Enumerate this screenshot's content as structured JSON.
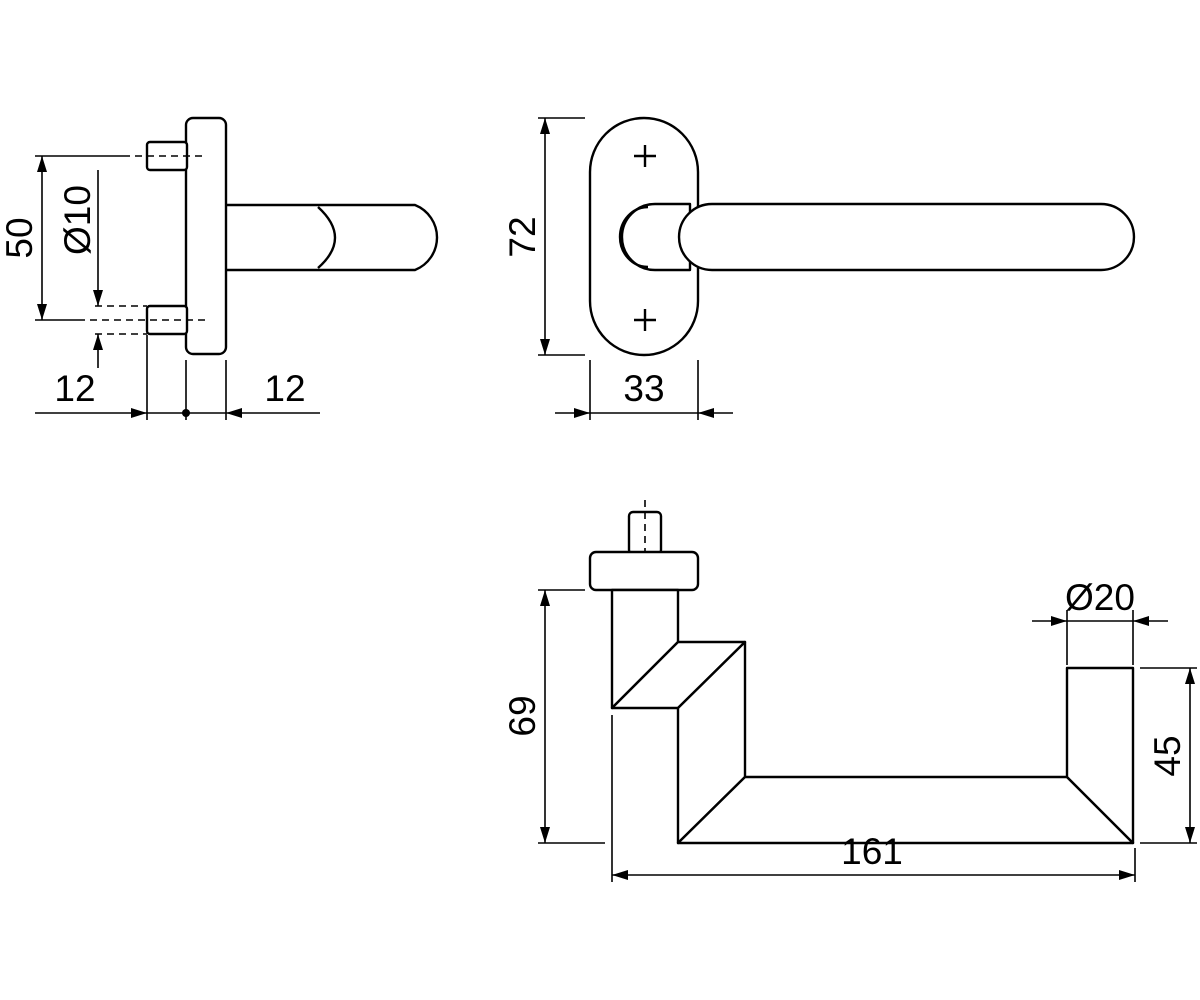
{
  "dimensions": {
    "rose_spacing": "50",
    "pin_diameter": "Ø10",
    "rose_offset_left": "12",
    "rose_offset_right": "12",
    "rose_height": "72",
    "rose_width": "33",
    "lever_height": "69",
    "grip_diameter": "Ø20",
    "grip_height": "45",
    "lever_length": "161"
  },
  "colors": {
    "line": "#000000",
    "background": "#ffffff"
  }
}
